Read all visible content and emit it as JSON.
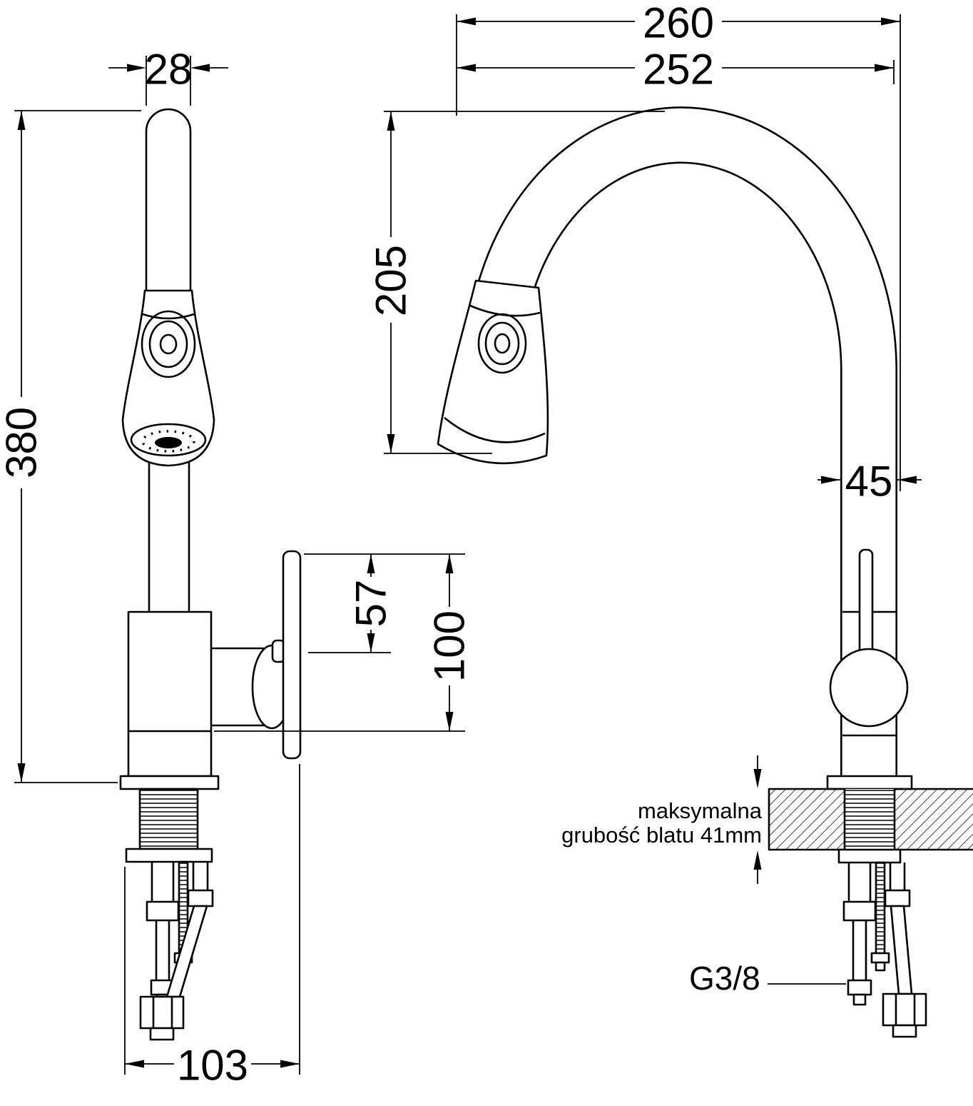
{
  "drawing": {
    "background_color": "#ffffff",
    "line_color": "#000000",
    "subject": "kitchen faucet technical drawing, front and side views",
    "units": "mm"
  },
  "front_view": {
    "dim_spout_outer_width": "28",
    "dim_overall_height": "380",
    "dim_lever_length": "57",
    "dim_body_height": "100",
    "dim_base_depth": "103"
  },
  "side_view": {
    "dim_overall_depth": "260",
    "dim_spout_reach": "252",
    "dim_spout_clearance": "205",
    "dim_body_width": "45",
    "note_max_counter_line1": "maksymalna",
    "note_max_counter_line2": "grubość blatu 41mm",
    "label_supply_thread": "G3/8"
  }
}
